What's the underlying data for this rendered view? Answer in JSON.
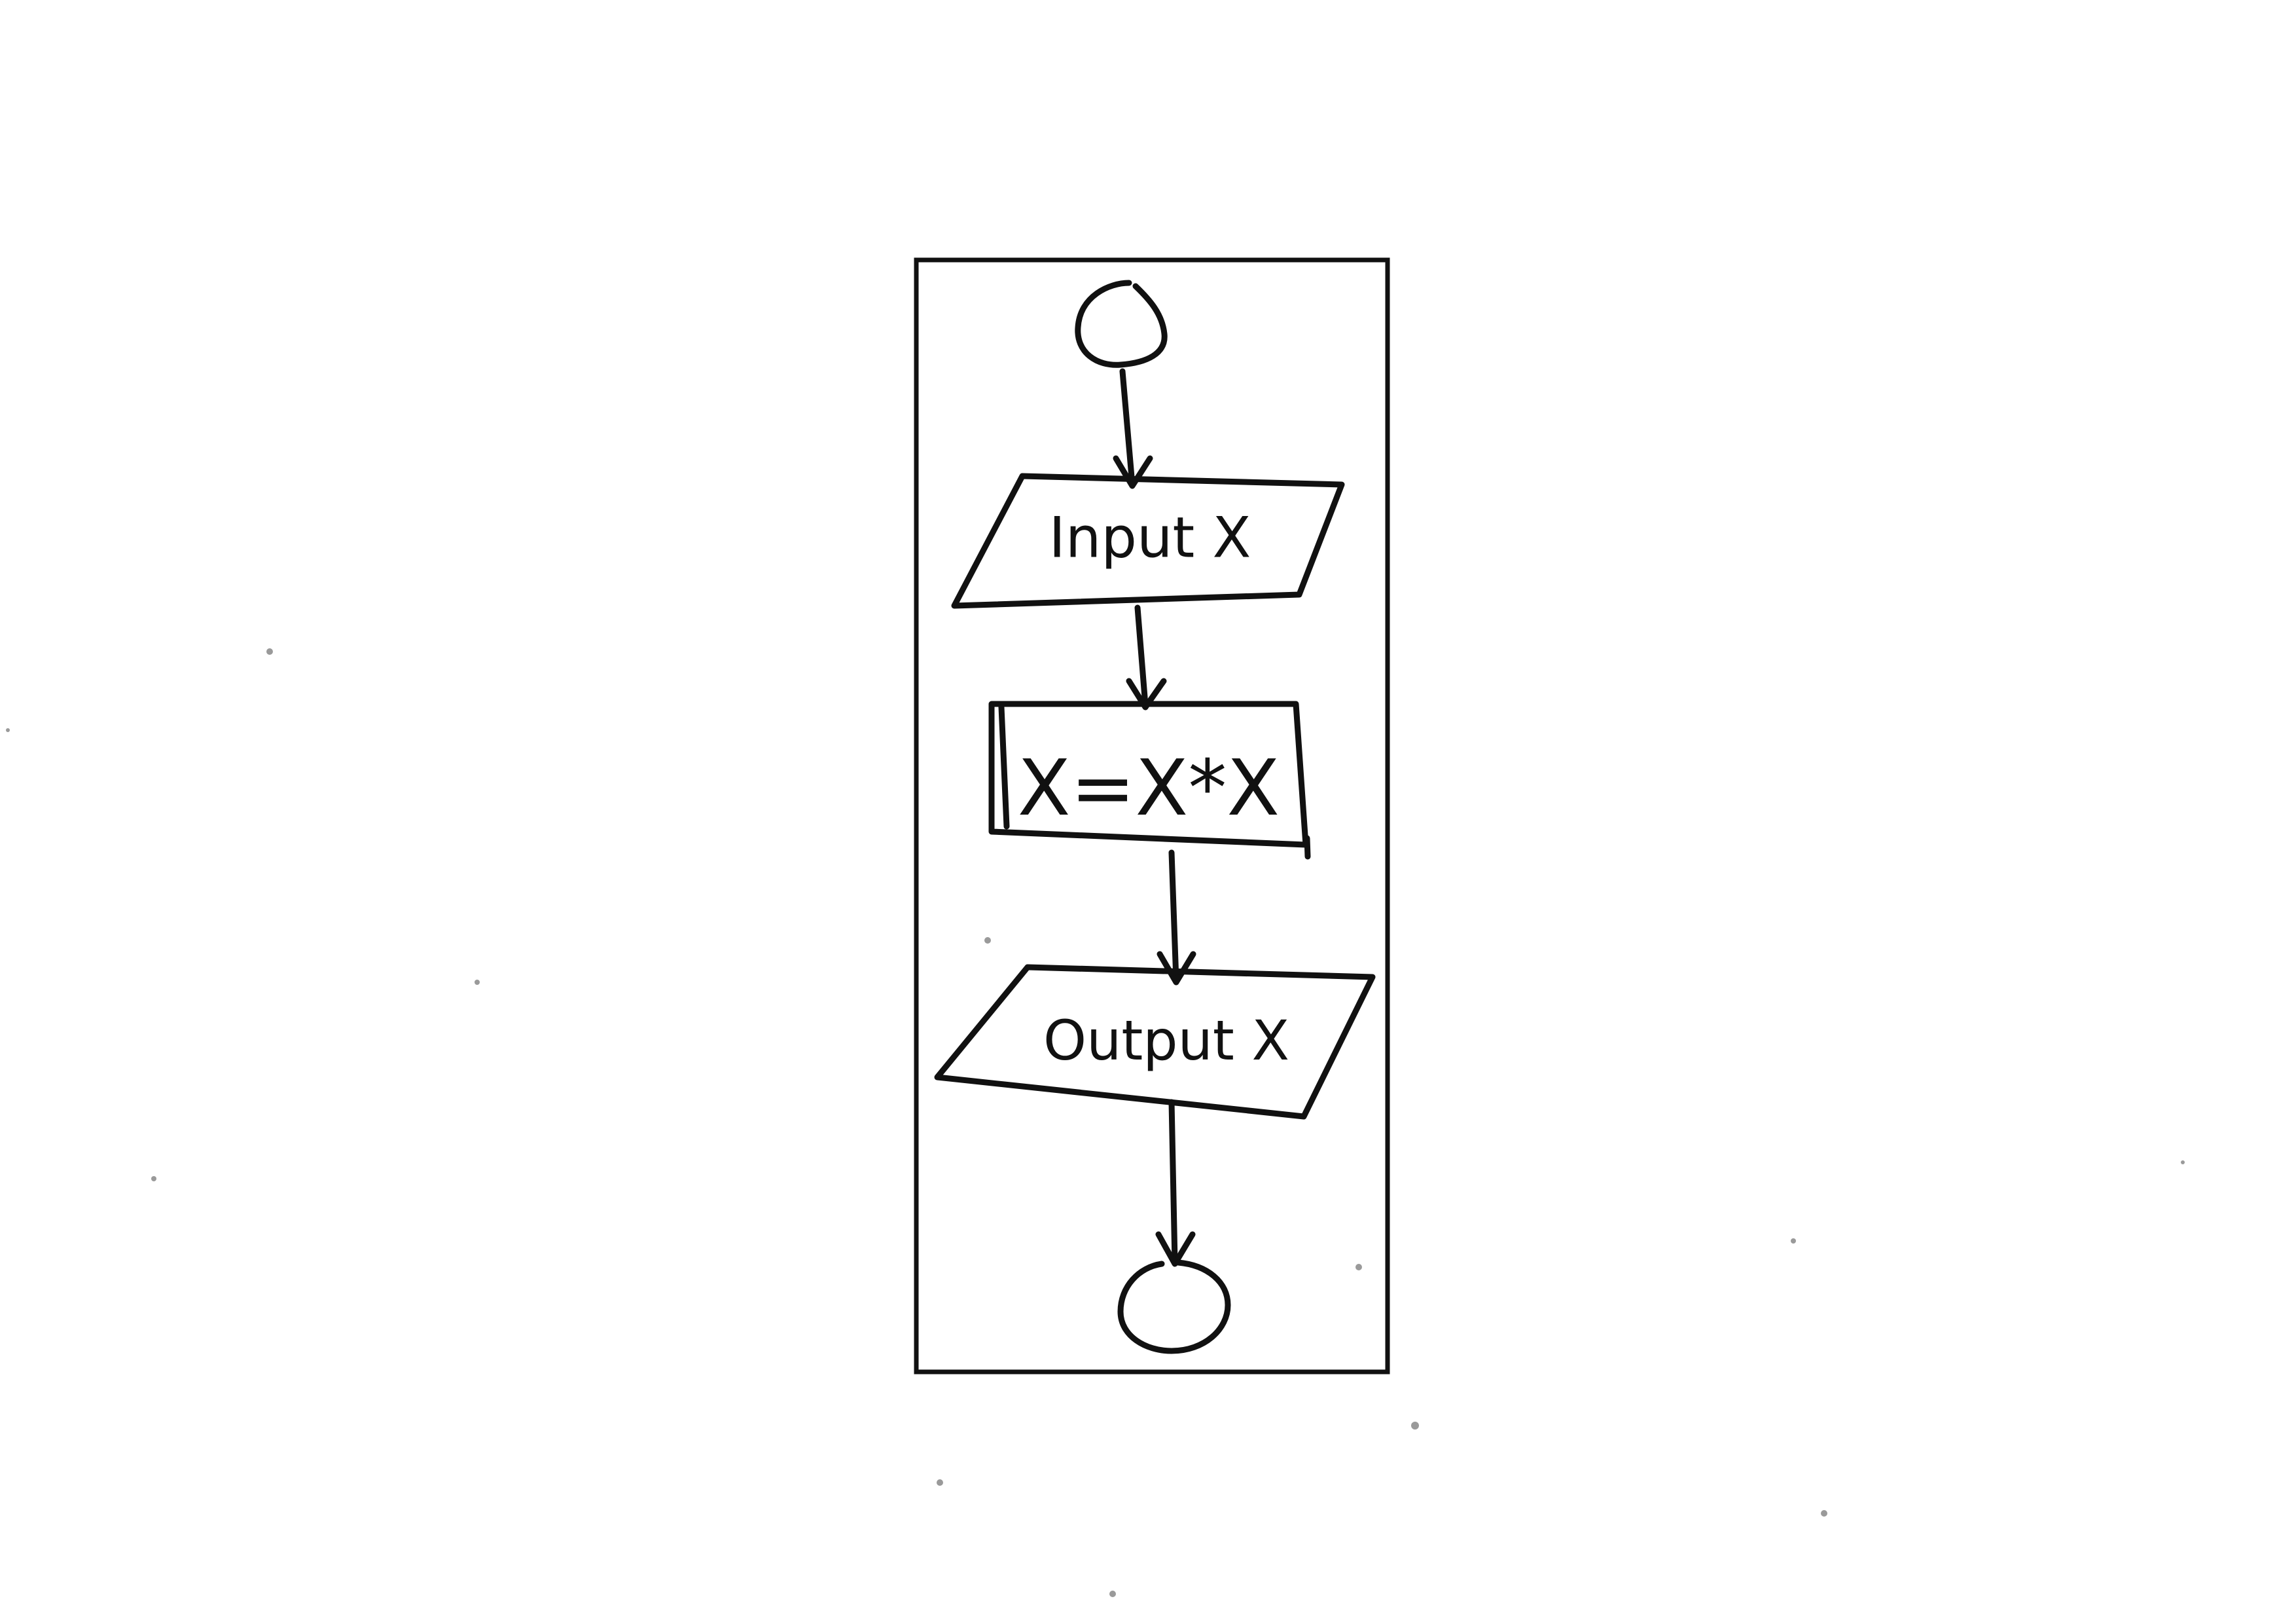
{
  "flowchart": {
    "nodes": [
      {
        "id": "start",
        "shape": "circle",
        "label": ""
      },
      {
        "id": "input",
        "shape": "parallelogram",
        "label": "Input X"
      },
      {
        "id": "process",
        "shape": "rectangle",
        "label": "X=X*X"
      },
      {
        "id": "output",
        "shape": "parallelogram",
        "label": "Output X"
      },
      {
        "id": "end",
        "shape": "circle",
        "label": ""
      }
    ],
    "edges": [
      {
        "from": "start",
        "to": "input"
      },
      {
        "from": "input",
        "to": "process"
      },
      {
        "from": "process",
        "to": "output"
      },
      {
        "from": "output",
        "to": "end"
      }
    ]
  },
  "colors": {
    "ink": "#111111",
    "paper": "#ffffff"
  }
}
